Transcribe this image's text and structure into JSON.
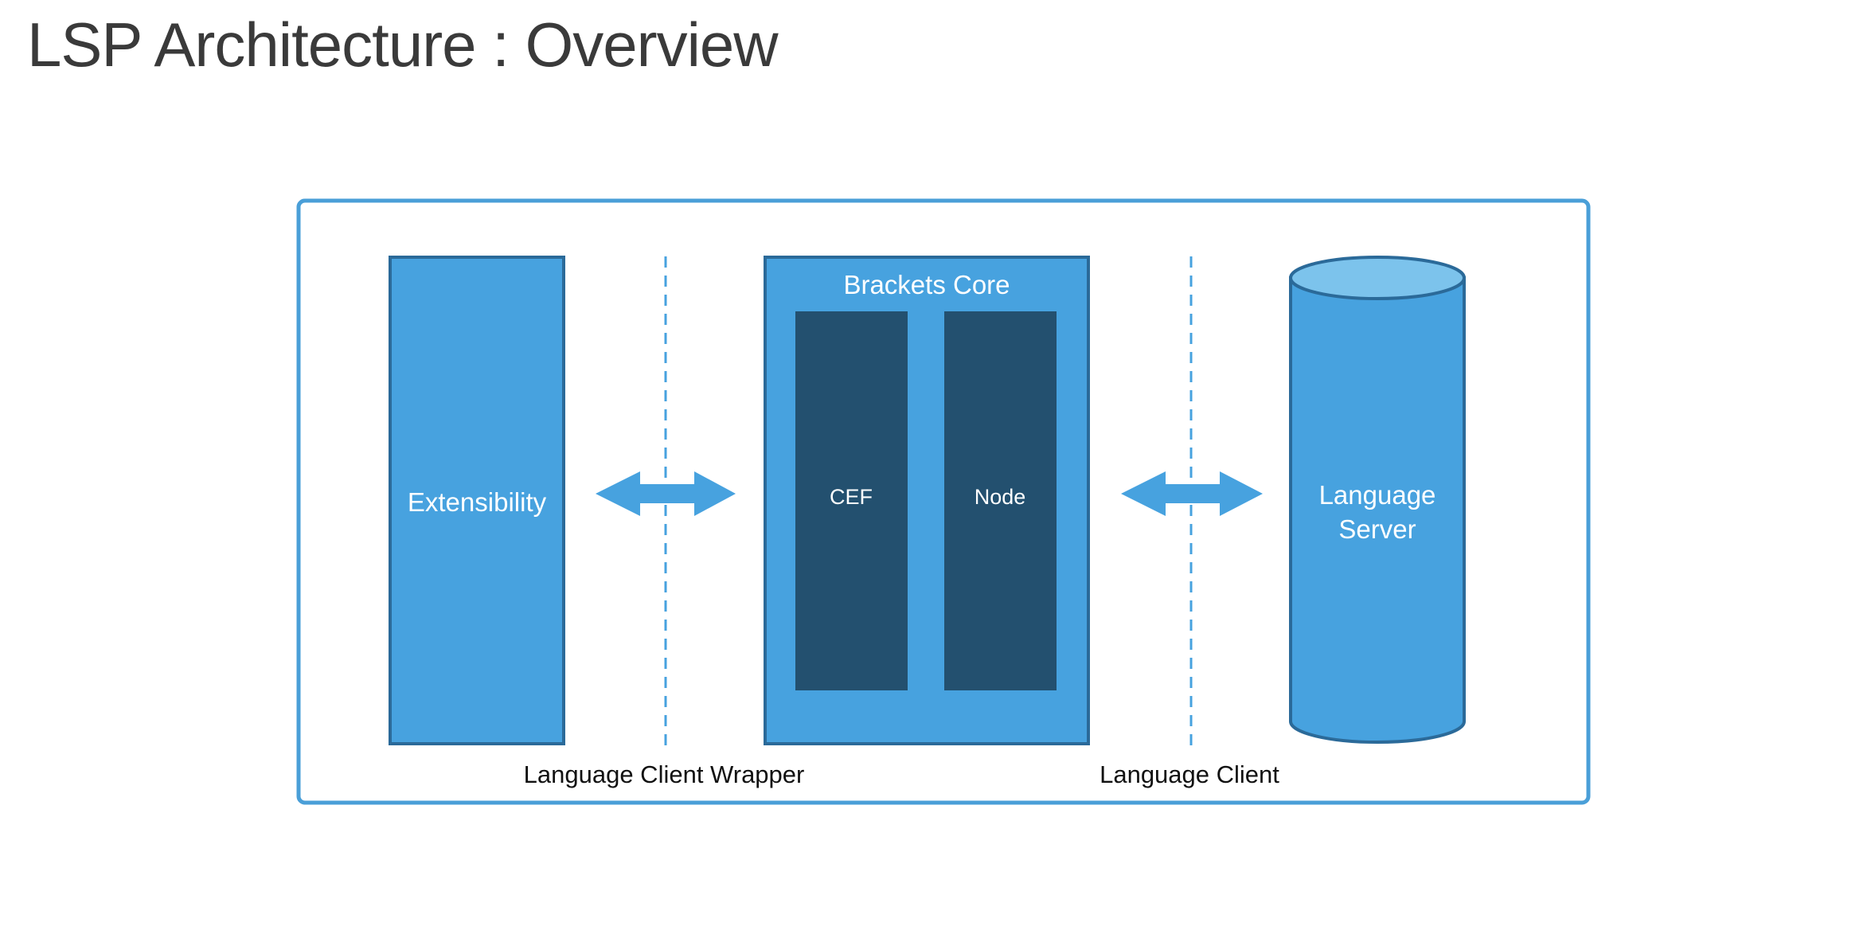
{
  "title": "LSP Architecture : Overview",
  "diagram": {
    "extensibility": "Extensibility",
    "brackets_core": {
      "label": "Brackets Core",
      "cef": "CEF",
      "node": "Node"
    },
    "language_server": {
      "line1": "Language",
      "line2": "Server"
    },
    "labels": {
      "client_wrapper": "Language Client Wrapper",
      "client": "Language Client"
    }
  },
  "colors": {
    "frame": "#4a9fd8",
    "box_fill": "#47a2df",
    "box_border": "#2b6a99",
    "inner_box": "#23506f",
    "cylinder_top": "#7cc3ec",
    "arrow": "#47a2df",
    "dashed_line": "#47a2df",
    "title_text": "#3a3a3a"
  }
}
